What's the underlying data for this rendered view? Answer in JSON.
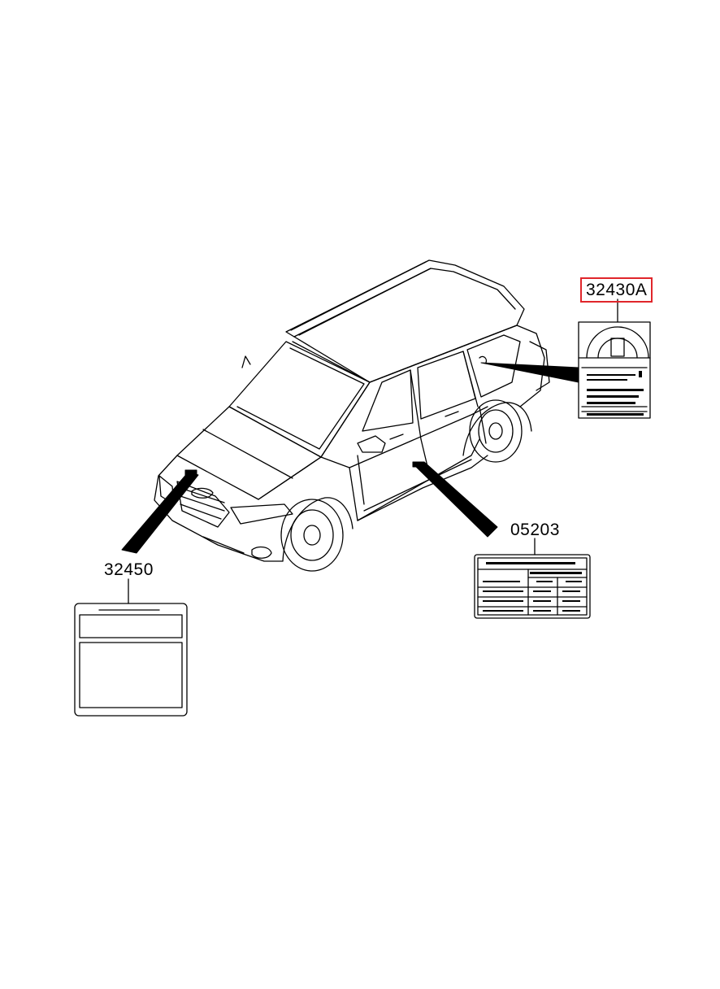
{
  "diagram": {
    "parts": [
      {
        "id": "32430A",
        "label": "32430A",
        "highlighted": true
      },
      {
        "id": "32450",
        "label": "32450",
        "highlighted": false
      },
      {
        "id": "05203",
        "label": "05203",
        "highlighted": false
      }
    ],
    "highlight_color": "#e0262b",
    "line_color": "#000000"
  }
}
